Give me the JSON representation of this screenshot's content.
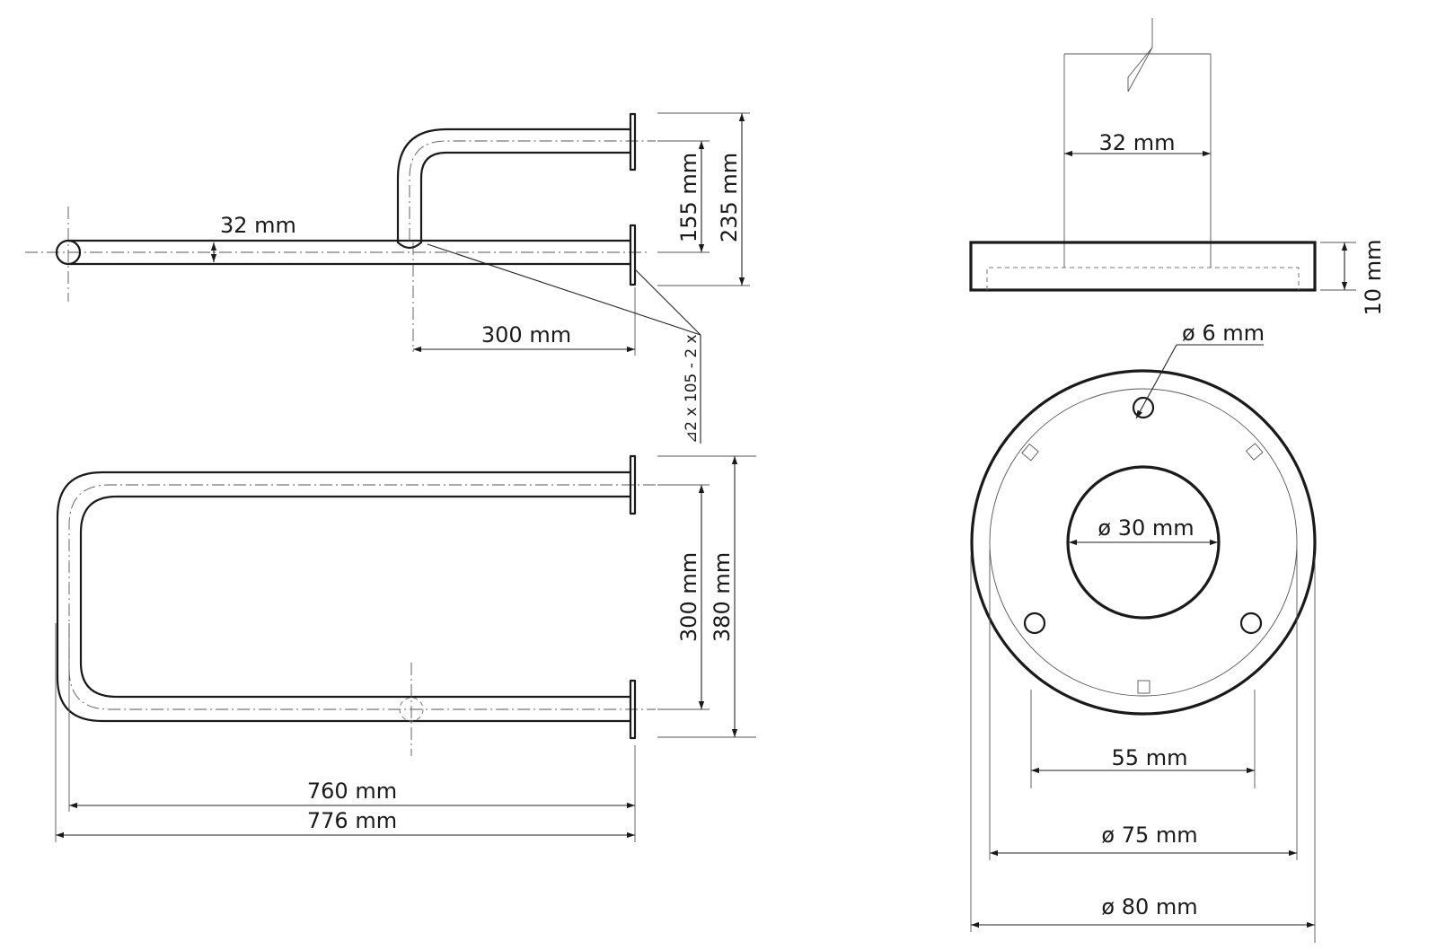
{
  "side_view": {
    "tube_diameter": "32 mm",
    "inner_height": "155 mm",
    "outer_height": "235 mm",
    "projection": "300 mm",
    "plate_callout": "⊿2 x 105 - 2 x"
  },
  "top_view": {
    "inner_width": "300 mm",
    "outer_width": "380 mm",
    "inner_length": "760 mm",
    "outer_length": "776 mm"
  },
  "flange_section": {
    "tube_width": "32 mm",
    "thickness": "10 mm"
  },
  "flange_plan": {
    "hole_diameter": "ø 6 mm",
    "center_hole": "ø 30 mm",
    "hole_spacing": "55 mm",
    "inner_diameter": "ø 75 mm",
    "outer_diameter": "ø 80 mm"
  }
}
